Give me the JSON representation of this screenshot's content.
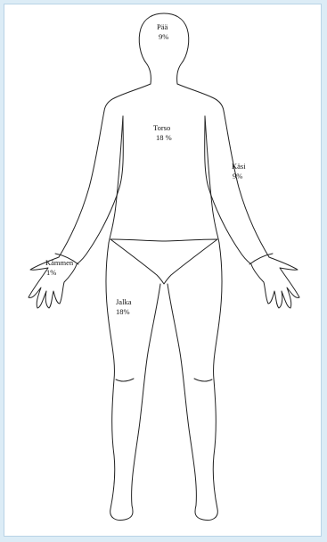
{
  "diagram": {
    "regions": [
      {
        "id": "head",
        "name": "Pää",
        "percent": "9%"
      },
      {
        "id": "torso",
        "name": "Torso",
        "percent": "18 %"
      },
      {
        "id": "arm",
        "name": "Käsi",
        "percent": "9%"
      },
      {
        "id": "palm",
        "name": "Kämmen",
        "percent": "1%"
      },
      {
        "id": "leg",
        "name": "Jalka",
        "percent": "18%"
      }
    ],
    "colors": {
      "background": "#dcecf6",
      "panel": "#ffffff",
      "outline": "#222222"
    }
  }
}
